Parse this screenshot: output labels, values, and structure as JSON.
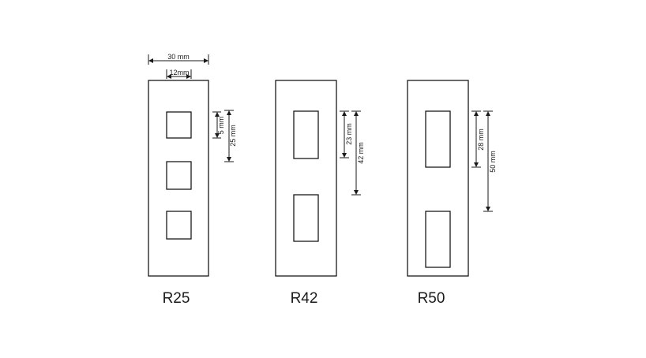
{
  "colors": {
    "line": "#1a1a1a",
    "background": "#ffffff"
  },
  "plates": [
    {
      "label": "R25",
      "dimensions": {
        "plate_width": "30 mm",
        "hole_width": "12mm",
        "gap": "5 mm",
        "pitch": "25 mm"
      }
    },
    {
      "label": "R42",
      "dimensions": {
        "hole_height": "23 mm",
        "pitch": "42 mm"
      }
    },
    {
      "label": "R50",
      "dimensions": {
        "hole_height": "28 mm",
        "pitch": "50 mm"
      }
    }
  ]
}
